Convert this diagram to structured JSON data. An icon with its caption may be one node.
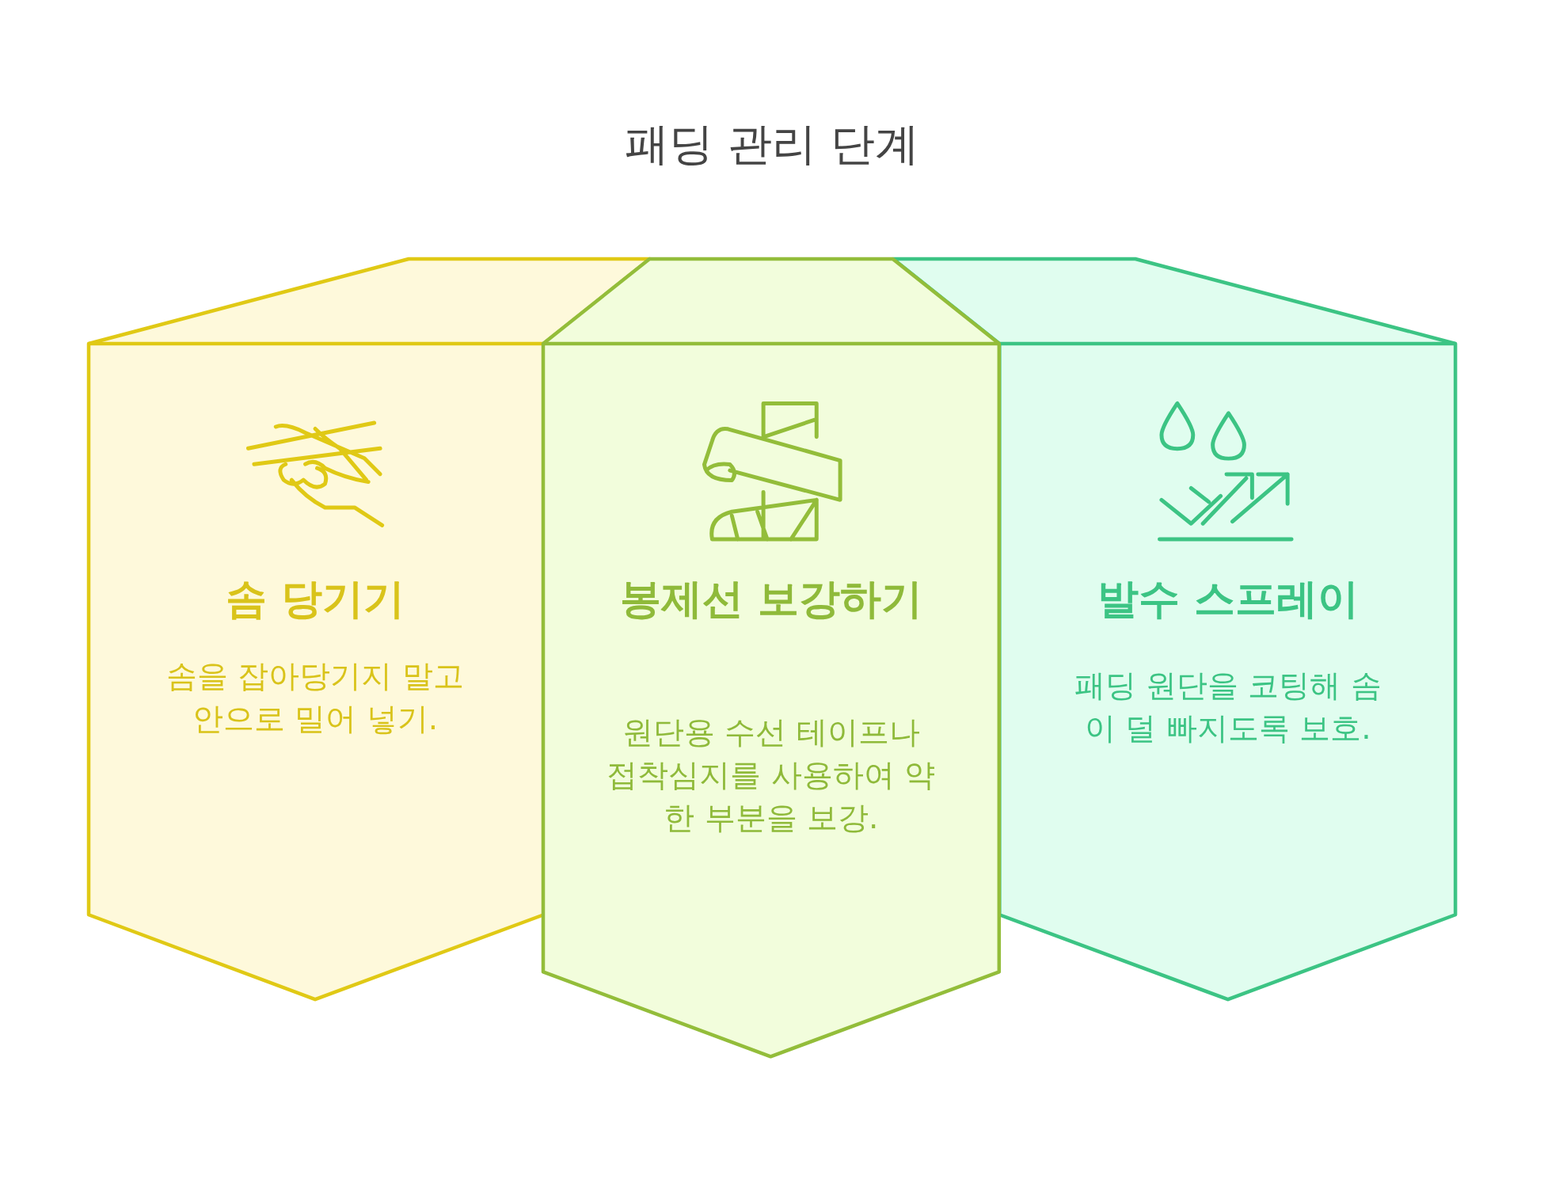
{
  "diagram": {
    "title": "패딩 관리 단계",
    "nodes": [
      {
        "text": [
          "솜 당기기",
          "솜을 잡아당기지 말고 안으로 밀어 넣기."
        ]
      },
      {
        "text": [
          "봉제선 보강하기",
          "원단용 수선 테이프나 접착심지를 사용하여 약한 부분을 보강."
        ]
      },
      {
        "text": [
          "발수 스프레이",
          "패딩 원단을 코팅해 솜이 덜 빠지도록 보호."
        ]
      }
    ]
  }
}
